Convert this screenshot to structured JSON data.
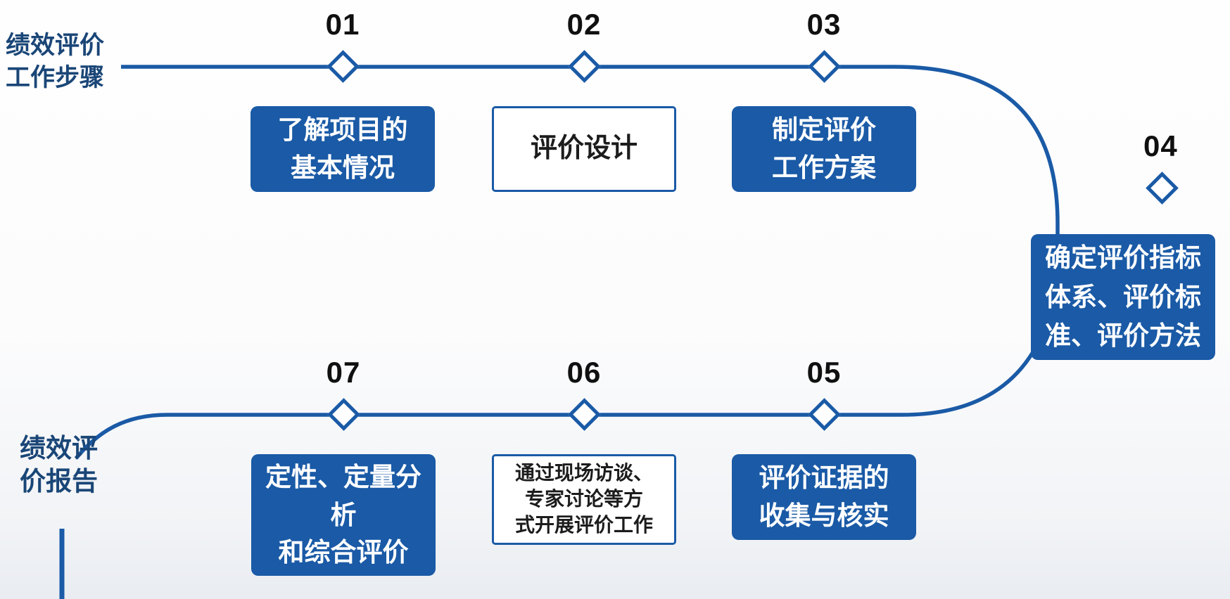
{
  "title": {
    "line1": "绩效评价",
    "line2": "工作步骤"
  },
  "report_label": {
    "line1": "绩效评",
    "line2": "价报告"
  },
  "steps": [
    {
      "number": "01",
      "text": "了解项目的\n基本情况",
      "style": "filled"
    },
    {
      "number": "02",
      "text": "评价设计",
      "style": "outline"
    },
    {
      "number": "03",
      "text": "制定评价\n工作方案",
      "style": "filled"
    },
    {
      "number": "04",
      "text": "确定评价指标\n体系、评价标\n准、评价方法",
      "style": "filled"
    },
    {
      "number": "05",
      "text": "评价证据的\n收集与核实",
      "style": "filled"
    },
    {
      "number": "06",
      "text": "通过现场访谈、\n专家讨论等方\n式开展评价工作",
      "style": "outline"
    },
    {
      "number": "07",
      "text": "定性、定量分析\n和综合评价",
      "style": "filled"
    }
  ],
  "colors": {
    "primary_blue": "#1a5aa6",
    "label_dark_blue": "#1a4677",
    "number_black": "#101010",
    "filled_box_text": "#ffffff",
    "outline_box_text": "#1c1c1c"
  },
  "icons": {
    "marker": "diamond"
  }
}
